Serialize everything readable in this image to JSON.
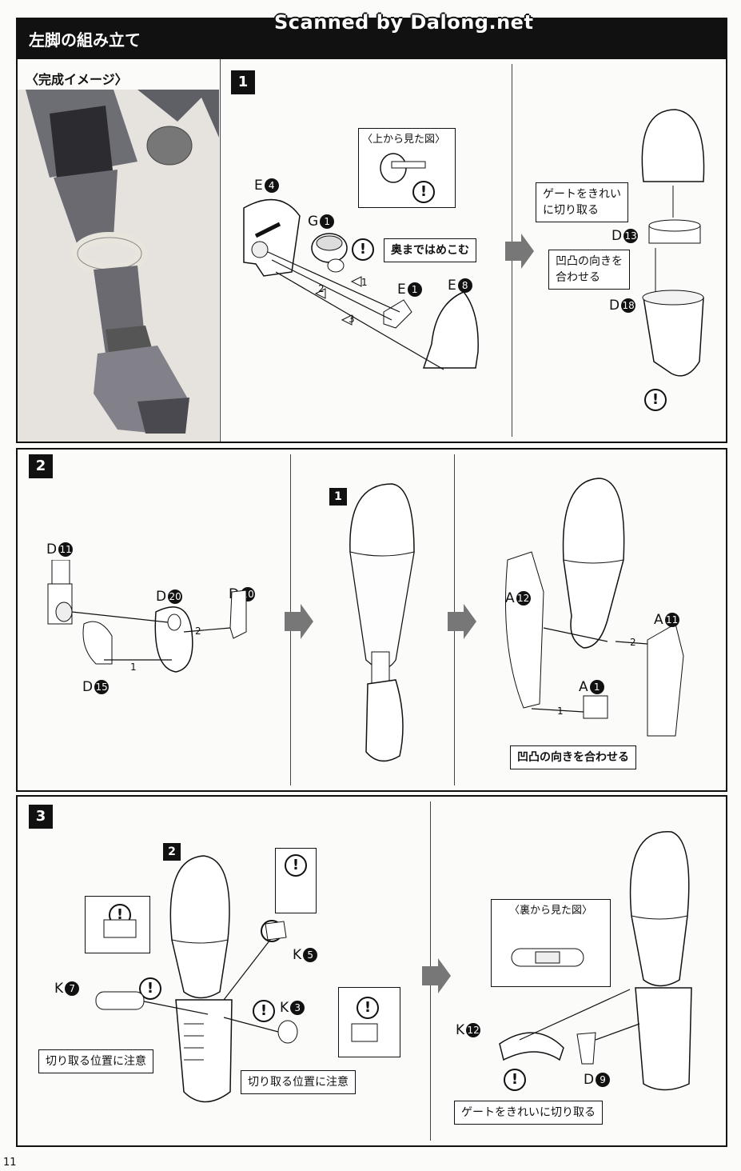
{
  "header": {
    "title": "左脚の組み立て",
    "watermark": "Scanned by Dalong.net"
  },
  "preview": {
    "label": "〈完成イメージ〉"
  },
  "step1": {
    "number": "1",
    "parts": {
      "e4": "E",
      "e4n": "4",
      "g1": "G",
      "g1n": "1",
      "e1": "E",
      "e1n": "1",
      "e8": "E",
      "e8n": "8",
      "d13": "D",
      "d13n": "13",
      "d18": "D",
      "d18n": "18"
    },
    "top_view": "〈上から見た図〉",
    "press_in": "奥まではめこむ",
    "gate_note": [
      "ゲートをきれい",
      "に切り取る"
    ],
    "align_note": [
      "凹凸の向きを",
      "合わせる"
    ],
    "order": [
      "1",
      "2",
      "3"
    ]
  },
  "step2": {
    "number": "2",
    "parts": {
      "d11": "D",
      "d11n": "11",
      "d20": "D",
      "d20n": "20",
      "d10": "D",
      "d10n": "10",
      "d15": "D",
      "d15n": "15",
      "a12": "A",
      "a12n": "12",
      "a11": "A",
      "a11n": "11",
      "a1": "A",
      "a1n": "1"
    },
    "sub_ref": "1",
    "align_note": "凹凸の向きを合わせる",
    "order": [
      "1",
      "2"
    ]
  },
  "step3": {
    "number": "3",
    "sub_ref": "2",
    "parts": {
      "k5": "K",
      "k5n": "5",
      "k7": "K",
      "k7n": "7",
      "k3": "K",
      "k3n": "3",
      "k12": "K",
      "k12n": "12",
      "d9": "D",
      "d9n": "9"
    },
    "cut_note_1": "切り取る位置に注意",
    "cut_note_2": "切り取る位置に注意",
    "back_view": "〈裏から見た図〉",
    "gate_note": "ゲートをきれいに切り取る"
  },
  "warning_glyph": "!",
  "page_number": "11"
}
